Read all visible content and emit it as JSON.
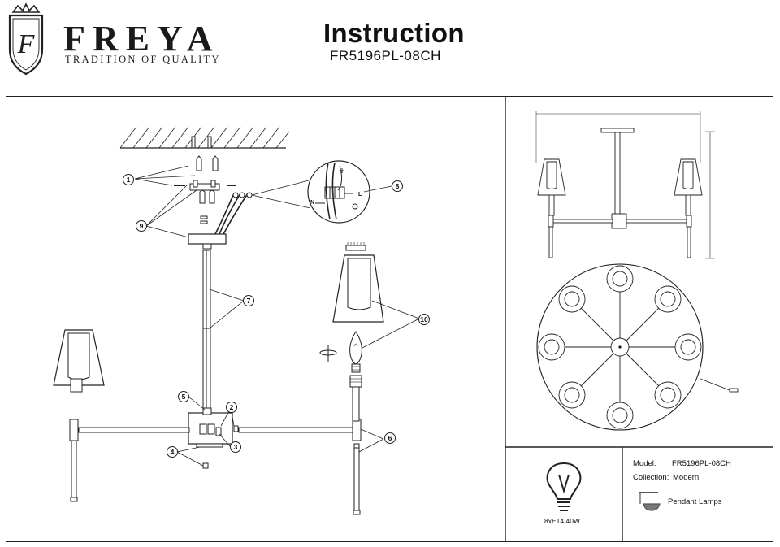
{
  "brand": {
    "name": "FREYA",
    "tagline": "TRADITION OF QUALITY",
    "monogram": "F"
  },
  "document": {
    "title": "Instruction",
    "model_code": "FR5196PL-08CH"
  },
  "assembly": {
    "callouts": [
      "1",
      "2",
      "3",
      "4",
      "5",
      "6",
      "7",
      "8",
      "9",
      "10"
    ],
    "terminal_labels": {
      "live": "L",
      "neutral": "N"
    }
  },
  "bulb": {
    "spec": "8xE14 40W"
  },
  "info_panel": {
    "model_label": "Model:",
    "model_value": "FR5196PL-08CH",
    "collection_label": "Collection:",
    "collection_value": "Modern",
    "type_label": "Pendant Lamps"
  },
  "colors": {
    "line": "#222222",
    "background": "#ffffff"
  }
}
